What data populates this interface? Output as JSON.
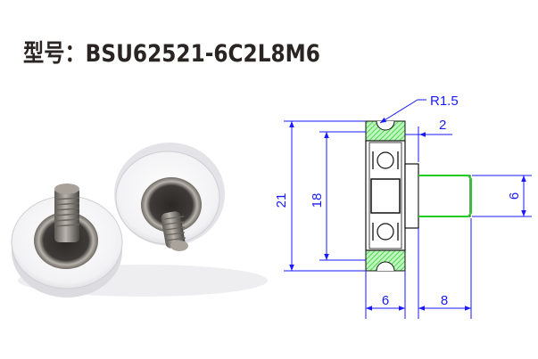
{
  "title": {
    "label": "型号：",
    "model": "BSU62521-6C2L8M6"
  },
  "photo": {
    "description": "Two white plastic U-groove pulley wheels with stainless steel bearings and threaded M6 studs",
    "wheel_color": "#f4f4f6",
    "metal_color": "#8a8680"
  },
  "drawing": {
    "line_color": "#1a1aff",
    "hatch_color": "#22cc22",
    "outline_color": "#111111",
    "dimensions": {
      "groove_radius": "R1.5",
      "flange_offset": "2",
      "outer_diameter": "21",
      "groove_diameter": "18",
      "thread_diameter": "6",
      "wheel_width": "6",
      "stud_length": "8"
    }
  }
}
